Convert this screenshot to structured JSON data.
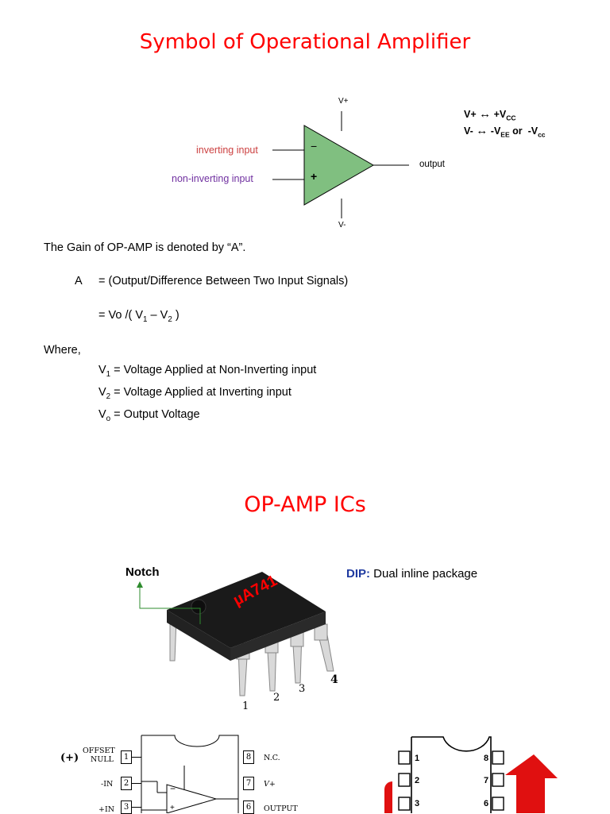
{
  "section1": {
    "title": "Symbol of Operational Amplifier",
    "symbol": {
      "v_plus": "V+",
      "v_minus": "V-",
      "inverting": "inverting input",
      "non_inverting": "non-inverting input",
      "output": "output",
      "minus_sign": "−",
      "plus_sign": "+"
    },
    "supply_note": {
      "line1_left": "V+",
      "line1_arrow": "↔",
      "line1_right": "+V",
      "line1_sub": "CC",
      "line2_left": "V-",
      "line2_arrow": "↔",
      "line2_right1": "-V",
      "line2_sub1": "EE",
      "line2_or": "or",
      "line2_right2": "-V",
      "line2_sub2": "cc"
    },
    "gain_intro": "The Gain of OP-AMP is denoted by “A”.",
    "eq_symbol": "A",
    "eq_line1": "= (Output/Difference Between Two Input Signals)",
    "eq_line2_pre": "= Vo /( V",
    "eq_line2_sub1": "1",
    "eq_line2_mid": " – V",
    "eq_line2_sub2": "2",
    "eq_line2_post": " )",
    "where": "Where,",
    "defs": [
      {
        "sym": "V",
        "sub": "1",
        "text": " = Voltage Applied at Non-Inverting input"
      },
      {
        "sym": "V",
        "sub": "2",
        "text": " = Voltage Applied at Inverting input"
      },
      {
        "sym": "V",
        "sub": "o",
        "text": " =  Output Voltage"
      }
    ]
  },
  "section2": {
    "title": "OP-AMP ICs",
    "notch": "Notch",
    "chip_marking": "µA741",
    "dip_label": "DIP:",
    "dip_text": "Dual inline package",
    "pin_numbers": [
      "1",
      "2",
      "3",
      "4"
    ],
    "pinout": {
      "plus_mark": "(+)",
      "offset": "OFFSET",
      "null": "NULL",
      "left_labels": [
        "-IN",
        "+IN"
      ],
      "left_pins": [
        "1",
        "2",
        "3"
      ],
      "right_pins": [
        "8",
        "7",
        "6"
      ],
      "right_labels": [
        "N.C.",
        "V+",
        "OUTPUT"
      ],
      "amp_minus": "−",
      "amp_plus": "+"
    },
    "numbering": {
      "left": [
        "1",
        "2",
        "3"
      ],
      "right": [
        "8",
        "7",
        "6"
      ]
    }
  },
  "colors": {
    "title_red": "#ff0000",
    "amp_green": "#80bf80",
    "inverting_red": "#cc4040",
    "noninverting_purple": "#7030a0",
    "dip_blue": "#1f3aa0",
    "arrow_red": "#e01010",
    "notch_green": "#2e8b2e"
  }
}
